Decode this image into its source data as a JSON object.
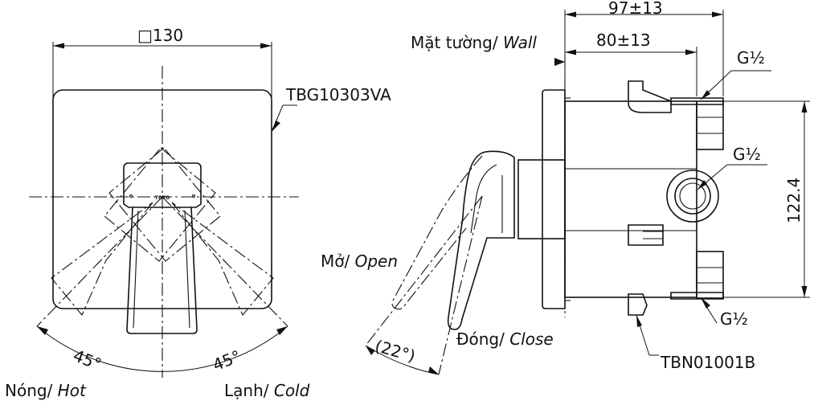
{
  "front_view": {
    "width_dim": "□130",
    "cover_model": "TBG10303VA",
    "angle_left": "45°",
    "angle_right": "45°",
    "hot_label": "Nóng/",
    "hot_label_en": "Hot",
    "cold_label": "Lạnh/",
    "cold_label_en": "Cold",
    "brand_mark": "TOTO"
  },
  "side_view": {
    "wall_label": "Mặt tường/",
    "wall_label_en": "Wall",
    "dim_total": "97±13",
    "dim_body": "80±13",
    "dim_height": "122.4",
    "port_top": "G½",
    "port_middle": "G½",
    "port_bottom": "G½",
    "open_label": "Mở/",
    "open_label_en": "Open",
    "close_label": "Đóng/",
    "close_label_en": "Close",
    "handle_angle": "(22°)",
    "body_model": "TBN01001B"
  }
}
